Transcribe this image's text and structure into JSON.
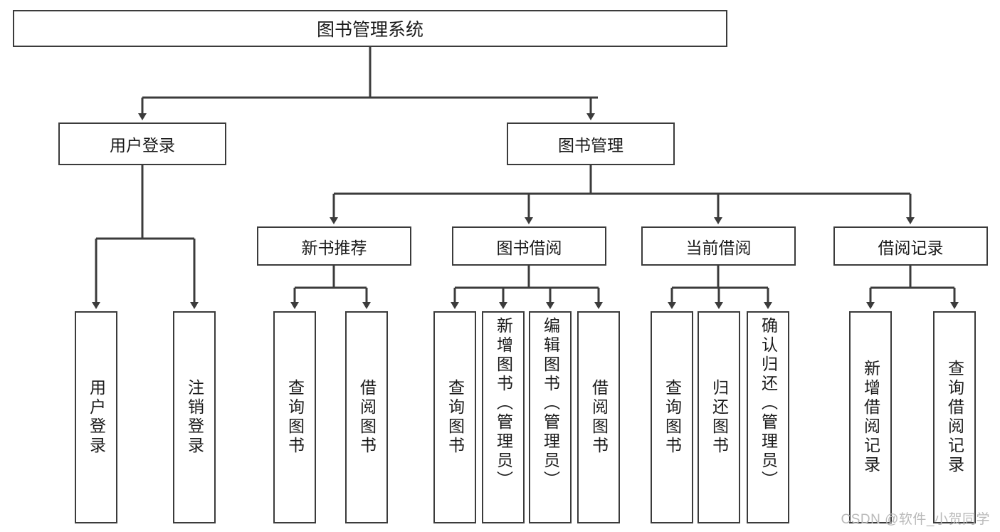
{
  "diagram": {
    "title": "图书管理系统",
    "type": "tree-hierarchy-diagram",
    "root": {
      "label": "图书管理系统"
    },
    "level2": [
      {
        "label": "用户登录"
      },
      {
        "label": "图书管理"
      }
    ],
    "level3": [
      {
        "label": "新书推荐"
      },
      {
        "label": "图书借阅"
      },
      {
        "label": "当前借阅"
      },
      {
        "label": "借阅记录"
      }
    ],
    "leaves": {
      "user_login": [
        {
          "label": "用户登录"
        },
        {
          "label": "注销登录"
        }
      ],
      "new_book_recommend": [
        {
          "label": "查询图书"
        },
        {
          "label": "借阅图书"
        }
      ],
      "book_borrow": [
        {
          "label": "查询图书"
        },
        {
          "label": "新增图书（管理员）"
        },
        {
          "label": "编辑图书（管理员）"
        },
        {
          "label": "借阅图书"
        }
      ],
      "current_borrow": [
        {
          "label": "查询图书"
        },
        {
          "label": "归还图书"
        },
        {
          "label": "确认归还（管理员）"
        }
      ],
      "borrow_record": [
        {
          "label": "新增借阅记录"
        },
        {
          "label": "查询借阅记录"
        }
      ]
    }
  },
  "watermark": {
    "text": "CSDN @软件_小贺同学"
  },
  "colors": {
    "border": "#3b3b3b",
    "background": "#ffffff",
    "text": "#1a1a1a",
    "watermark": "#b9b9b9"
  }
}
